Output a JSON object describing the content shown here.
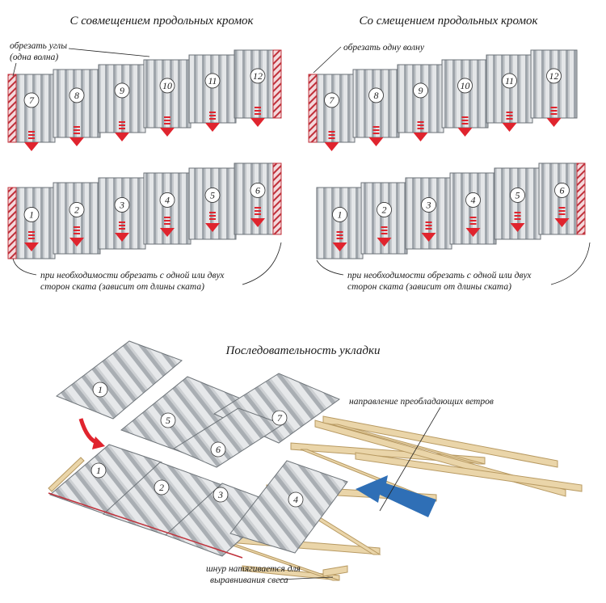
{
  "titles": {
    "left": "С совмещением продольных кромок",
    "right": "Со смещением продольных кромок",
    "bottom": "Последовательность укладки"
  },
  "notes": {
    "cut_corners_line1": "обрезать углы",
    "cut_corners_line2": "(одна волна)",
    "cut_one_wave": "обрезать одну волну",
    "cut_sides_left_line1": "при необходимости обрезать с одной или двух",
    "cut_sides_left_line2": "сторон ската (зависит от длины ската)",
    "cut_sides_right_line1": "при необходимости обрезать с одной или двух",
    "cut_sides_right_line2": "сторон ската (зависит от длины ската)",
    "wind_line1": "направление преобладающих ветров",
    "cord_line1": "шнур натягивается для",
    "cord_line2": "выравнивания свеса"
  },
  "panels": {
    "left_top_numbers": [
      "7",
      "8",
      "9",
      "10",
      "11",
      "12"
    ],
    "left_bottom_numbers": [
      "1",
      "2",
      "3",
      "4",
      "5",
      "6"
    ],
    "right_top_numbers": [
      "7",
      "8",
      "9",
      "10",
      "11",
      "12"
    ],
    "right_bottom_numbers": [
      "1",
      "2",
      "3",
      "4",
      "5",
      "6"
    ]
  },
  "roof": {
    "sheet_numbers": [
      "1",
      "5",
      "7",
      "6",
      "1",
      "2",
      "3",
      "4"
    ]
  },
  "colors": {
    "sheet_fill": "#d9dcdf",
    "stripe": "#9aa0a6",
    "hatch": "#c0303a",
    "arrow": "#e0242e",
    "wind_arrow": "#2f6fb6",
    "batten": "#e8d3a8"
  }
}
